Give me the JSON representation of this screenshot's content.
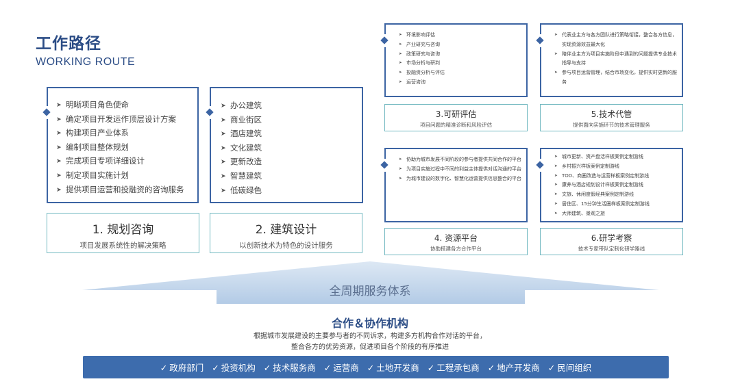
{
  "header": {
    "title": "工作路径",
    "subtitle": "WORKING ROUTE"
  },
  "box1": {
    "items": [
      "明晰项目角色使命",
      "确定项目开发运作顶层设计方案",
      "构建项目产业体系",
      "编制项目整体规划",
      "完成项目专项详细设计",
      "制定项目实施计划",
      "提供项目运营和投融资的咨询服务"
    ],
    "title": "1. 规划咨询",
    "desc": "项目发展系统性的解决策略"
  },
  "box2": {
    "items": [
      "办公建筑",
      "商业街区",
      "酒店建筑",
      "文化建筑",
      "更新改造",
      "智慧建筑",
      "低碳绿色"
    ],
    "title": "2. 建筑设计",
    "desc": "以创新技术为特色的设计服务"
  },
  "box3": {
    "items": [
      "环境影响评估",
      "产业研究与咨询",
      "政策研究与咨询",
      "市场分析与研判",
      "投融资分析与评估",
      "运营咨询"
    ],
    "title": "3.可研评估",
    "desc": "项目问题的精准诊断和风险评估"
  },
  "box4": {
    "items": [
      "协助为城市发展不同阶段的参与者提供共同合作的平台",
      "为项目实施过程中不同的利益主体提供对话沟通的平台",
      "为城市建设的数字化、智慧化运营提供信息整合的平台"
    ],
    "title": "4. 资源平台",
    "desc": "协助搭建各方合作平台"
  },
  "box5": {
    "items": [
      "代表业主方与各方团队进行策略衔接，整合各方信息，实现资源效益最大化",
      "陪伴业主方为项目实施阶段中遇到的问题提供专业技术指导与支持",
      "参与项目运营管理，结合市场变化，提供实时更新的服务"
    ],
    "title": "5.技术代管",
    "desc": "提供面向实施环节的技术管理服务"
  },
  "box6": {
    "items": [
      "城市更新、资产盘活样板案例定制游线",
      "乡村振兴样板案例定制游线",
      "TOD、商圈改造与运营样板案例定制游线",
      "康养与酒店规划设计样板案例定制游线",
      "文旅、休闲度假经典案例定制游线",
      "居住区、15分钟生活圈样板案例定制游线",
      "大师建筑、景观之旅"
    ],
    "title": "6.研学考察",
    "desc": "技术专家带队定制化研学路线"
  },
  "band": {
    "label": "全周期服务体系"
  },
  "coop": {
    "title": "合作＆协作机构",
    "desc_line1": "根据城市发展建设的主要参与者的不同诉求，构建多方机构合作对话的平台，",
    "desc_line2": "整合各方的优势资源，促进项目各个阶段的有序推进",
    "check": "✓",
    "orgs": [
      "政府部门",
      "投资机构",
      "技术服务商",
      "运营商",
      "土地开发商",
      "工程承包商",
      "地产开发商",
      "民间组织"
    ]
  },
  "colors": {
    "blue": "#3c64a3",
    "teal": "#6fb7bf",
    "bar": "#3d6cad",
    "band": "#bcd2ea"
  }
}
